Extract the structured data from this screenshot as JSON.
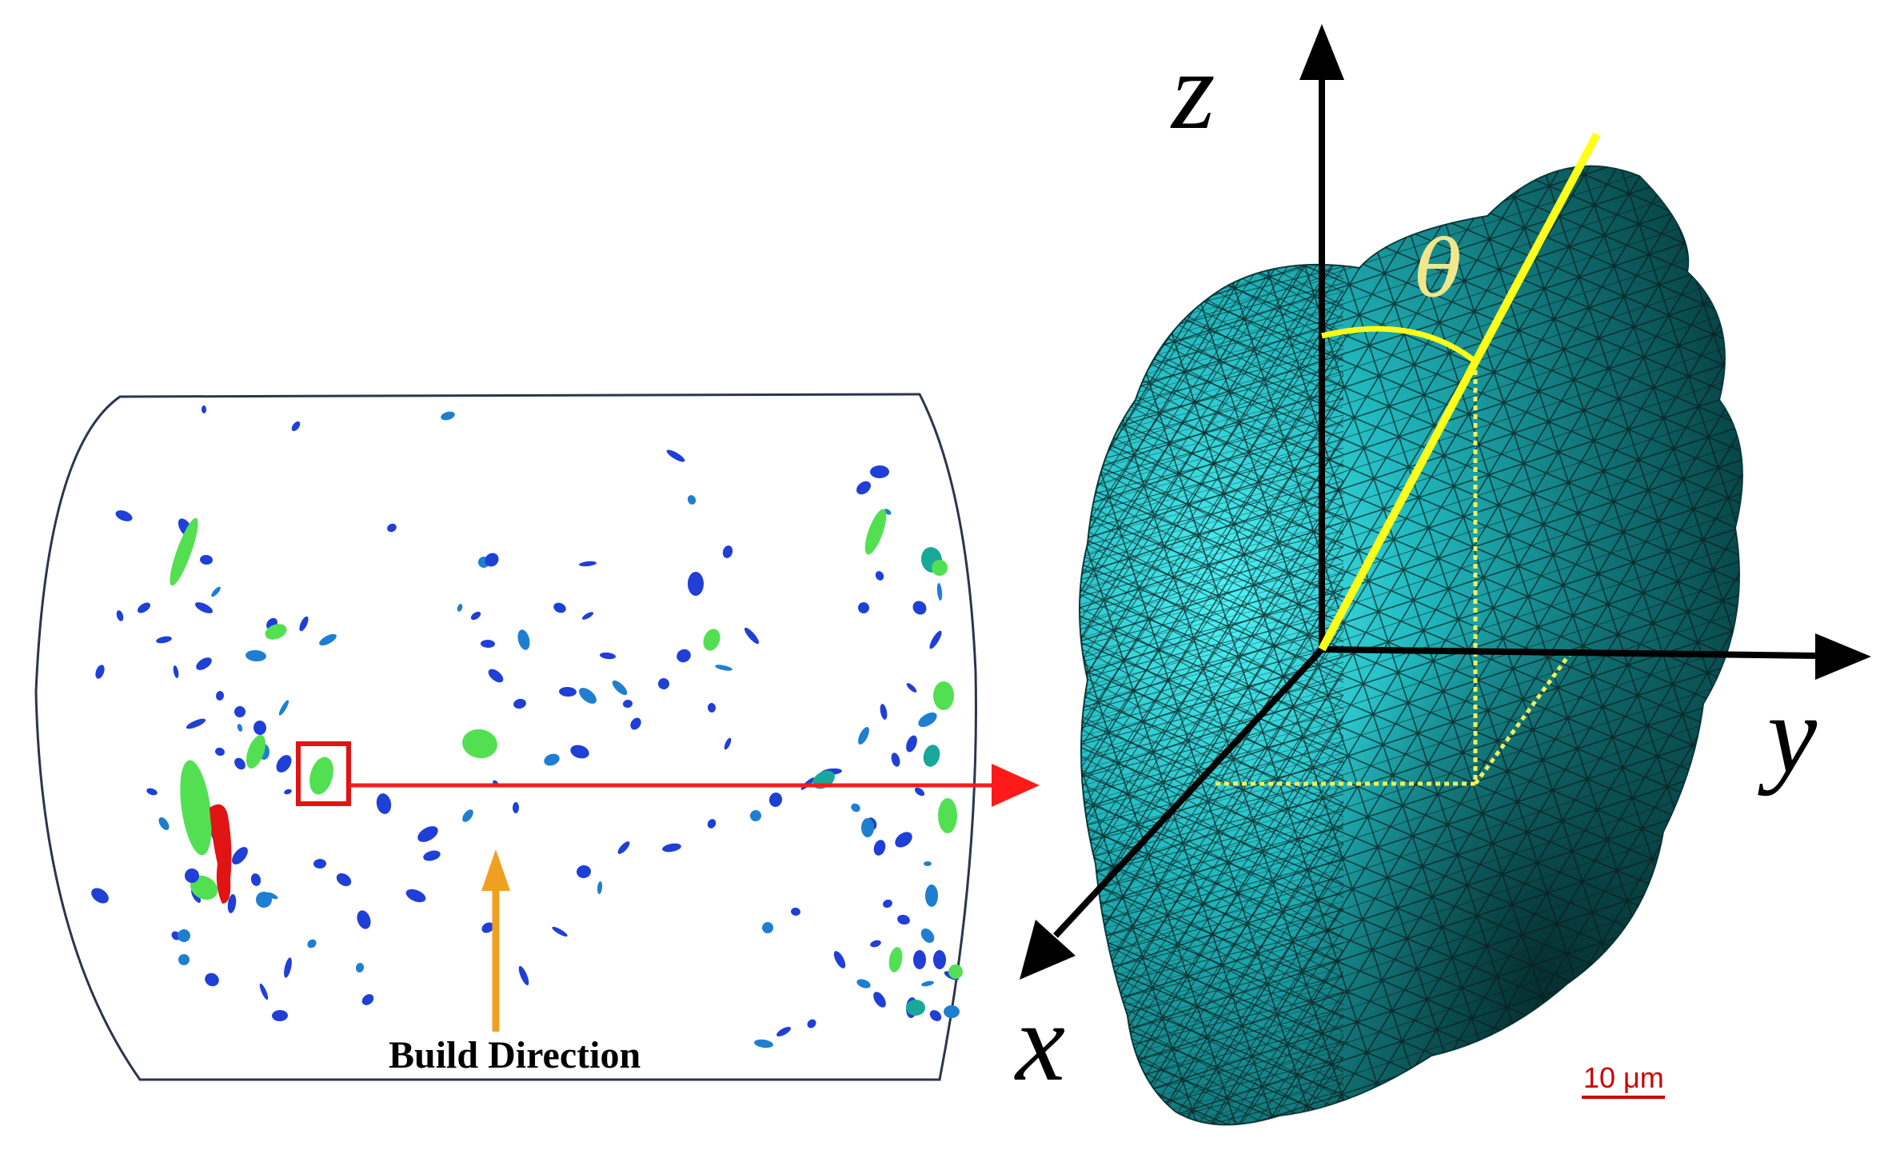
{
  "labels": {
    "build_direction": "Build Direction",
    "axis_z": "z",
    "axis_y": "y",
    "axis_x": "x",
    "angle": "θ",
    "scale_bar": "10 μm"
  },
  "colors": {
    "specimen_outline": "#2b3550",
    "pore_blue": "#1f3fd6",
    "pore_mid_blue": "#1e7fd0",
    "pore_teal": "#19a79a",
    "pore_green": "#52e052",
    "pore_red": "#e01414",
    "highlight_box": "#e01414",
    "link_arrow": "#ff1a1a",
    "build_arrow": "#f0a020",
    "pore_mesh_light": "#33e0e8",
    "pore_mesh_dark": "#0a4e50",
    "mesh_lines": "#0b1b1b",
    "major_axis": "#ffff1a",
    "projection": "#f2f25a",
    "coordinate_axes": "#000000",
    "scale_bar": "#cc0000"
  }
}
